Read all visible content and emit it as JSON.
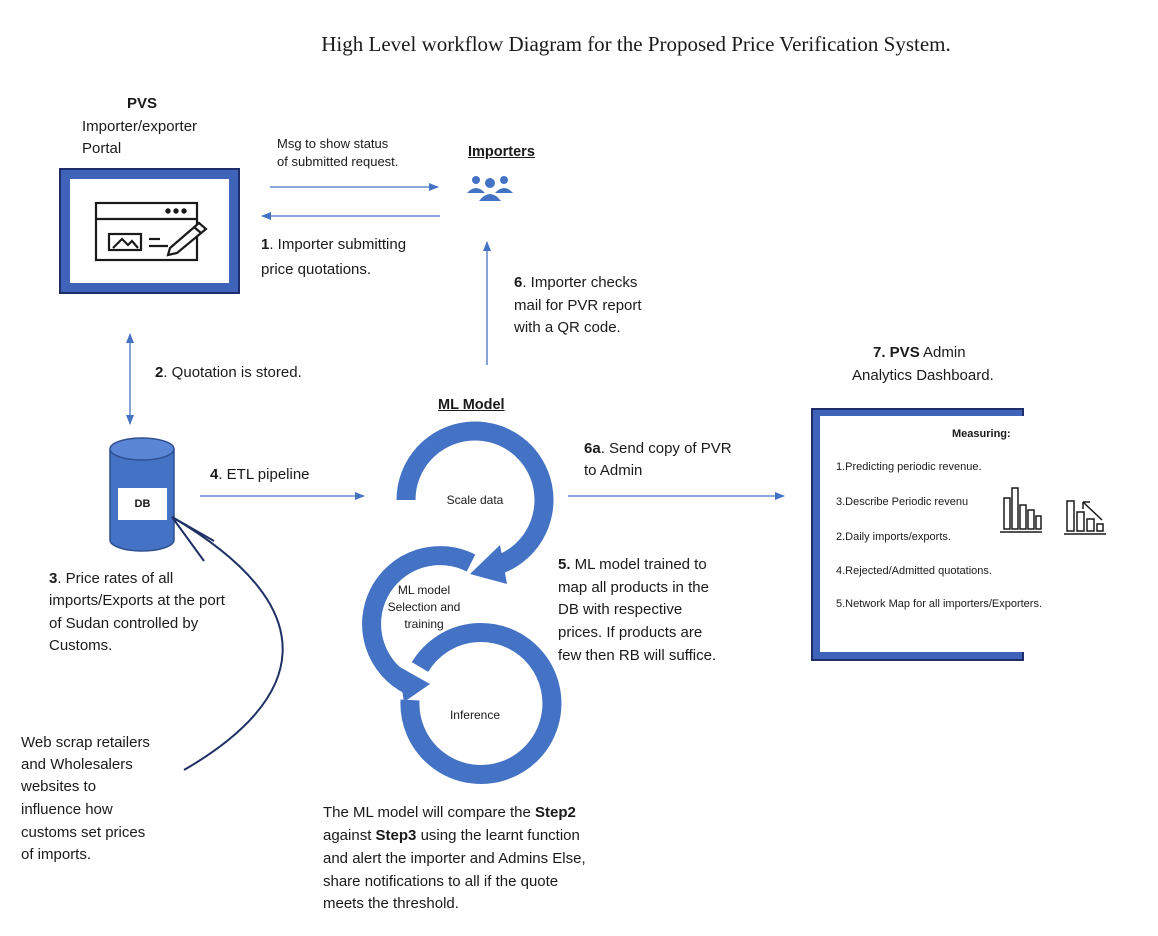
{
  "title": "High Level workflow Diagram for the Proposed Price Verification System.",
  "portal": {
    "heading": "PVS",
    "line1": "Importer/exporter",
    "line2": "Portal",
    "icon": "web-form-edit-icon"
  },
  "importers": {
    "label": "Importers",
    "icon": "people-group-icon"
  },
  "msg_status": {
    "line1": "Msg to show status",
    "line2": "of submitted request."
  },
  "step1": {
    "num": "1",
    "line1": ". Importer submitting",
    "line2": "price quotations."
  },
  "step2": {
    "num": "2",
    "text": ".  Quotation is stored."
  },
  "step3": {
    "num": "3",
    "line1": ". Price rates of all",
    "line2": "imports/Exports at the port",
    "line3": "of Sudan controlled by",
    "line4": "Customs."
  },
  "step4": {
    "num": "4",
    "text": ". ETL pipeline"
  },
  "step5": {
    "num": "5.",
    "line1": " ML model trained to",
    "line2": "map all products in the",
    "line3": "DB with respective",
    "line4": "prices. If products are",
    "line5": "few then RB will suffice."
  },
  "step6": {
    "num": "6",
    "line1": ". Importer checks",
    "line2": "mail for PVR report",
    "line3": "with a QR code."
  },
  "step6a": {
    "num": "6a",
    "line1": ". Send copy of PVR",
    "line2": "to Admin"
  },
  "step7": {
    "num": "7",
    "bold": ". PVS",
    "line1_rest": " Admin",
    "line2": "Analytics Dashboard."
  },
  "db": {
    "label": "DB"
  },
  "ml": {
    "heading": "ML Model",
    "scale": "Scale data",
    "selection1": "ML model",
    "selection2": "Selection and",
    "selection3": "training",
    "inference": "Inference"
  },
  "web_scrap": {
    "line1": "Web scrap retailers",
    "line2": "and Wholesalers",
    "line3": "websites to",
    "line4": "influence how",
    "line5": "customs set prices",
    "line6": "of imports."
  },
  "compare": {
    "line1a": "The ML model will compare the ",
    "line1b": "Step2",
    "line2a": "against ",
    "line2b": "Step3",
    "line2c": " using the learnt function",
    "line3": "and alert the importer and Admins Else,",
    "line4": "share notifications to all if the quote",
    "line5": "meets the threshold."
  },
  "dashboard": {
    "heading": "Measuring:",
    "items": [
      "1.Predicting periodic revenue.",
      "3.Describe Periodic revenu",
      "2.Daily imports/exports.",
      "4.Rejected/Admitted quotations.",
      "5.Network Map for all importers/Exporters."
    ],
    "icons": [
      "bar-chart-icon",
      "bar-chart-trend-icon"
    ]
  },
  "colors": {
    "accent": "#4472c4",
    "frame": "#3f63b8",
    "dark_frame": "#1f2d6b",
    "line": "#1f3064",
    "text": "#1a1a1a"
  }
}
